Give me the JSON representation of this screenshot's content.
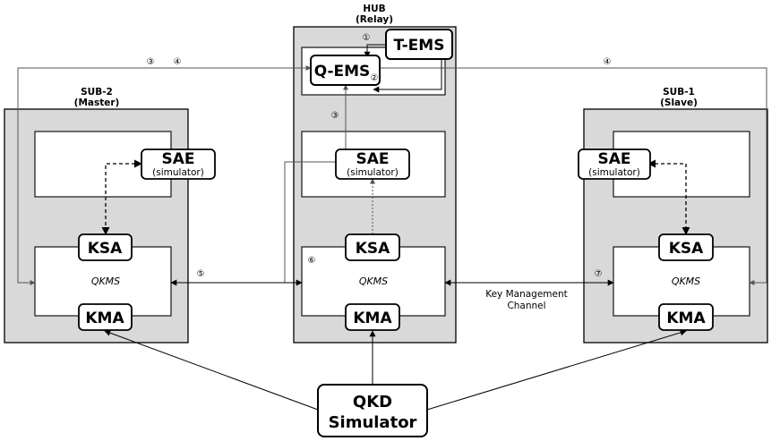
{
  "hub": {
    "title": "HUB",
    "subtitle": "(Relay)"
  },
  "sub2": {
    "title": "SUB-2",
    "subtitle": "(Master)"
  },
  "sub1": {
    "title": "SUB-1",
    "subtitle": "(Slave)"
  },
  "nodes": {
    "t_ems": "T-EMS",
    "q_ems": "Q-EMS",
    "sae": "SAE",
    "sae_sub": "(simulator)",
    "ksa": "KSA",
    "kma": "KMA",
    "qkms": "QKMS",
    "qkd_line1": "QKD",
    "qkd_line2": "Simulator"
  },
  "channel": {
    "line1": "Key  Management",
    "line2": "Channel"
  },
  "steps": {
    "s1": "①",
    "s2": "②",
    "s3": "③",
    "s4": "④",
    "s5": "⑤",
    "s6": "⑥",
    "s7": "⑦"
  }
}
